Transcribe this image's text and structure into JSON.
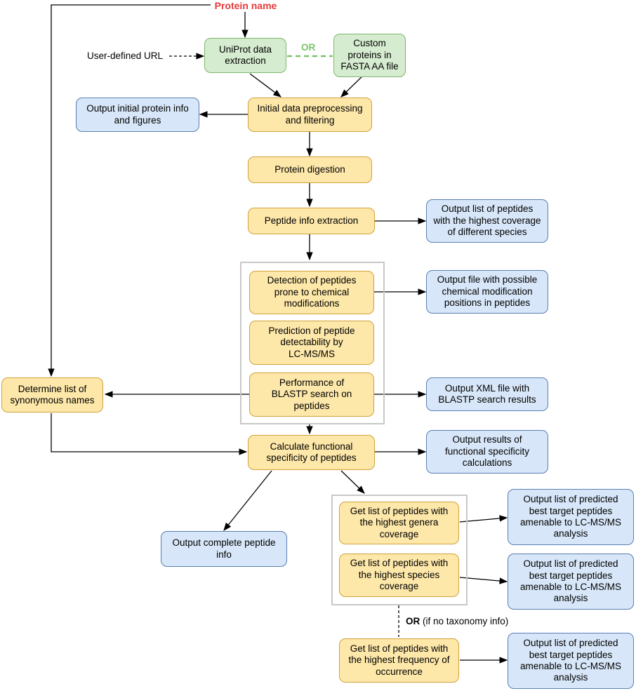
{
  "title": "Protein name",
  "user_url_label": "User-defined URL",
  "or_label": "OR",
  "or_no_taxonomy": "OR",
  "or_no_taxonomy_note": " (if no taxonomy info)",
  "nodes": {
    "uniprot": "UniProt data\nextraction",
    "custom": "Custom\nproteins in\nFASTA AA file",
    "preprocess": "Initial data preprocessing\nand filtering",
    "out_initial": "Output initial protein info\nand figures",
    "digestion": "Protein digestion",
    "peptide_info": "Peptide info extraction",
    "out_peptide_list": "Output list of peptides\nwith the highest coverage\nof different species",
    "detect_mod": "Detection of peptides\nprone to chemical\nmodifications",
    "out_mod": "Output file with possible\nchemical modification\npositions in peptides",
    "predict": "Prediction of peptide\ndetectability by\nLC-MS/MS",
    "blastp": "Performance of\nBLASTP search on\npeptides",
    "out_xml": "Output XML file with\nBLASTP search results",
    "synonyms": "Determine list of\nsynonymous names",
    "functional": "Calculate functional\nspecificity of peptides",
    "out_functional": "Output results of\nfunctional specificity\ncalculations",
    "out_complete": "Output complete peptide\ninfo",
    "genera": "Get list of peptides with\nthe highest genera\ncoverage",
    "out_genera": "Output list of predicted\nbest target peptides\namenable to LC-MS/MS\nanalysis",
    "species": "Get list of peptides with\nthe highest species\ncoverage",
    "out_species": "Output list of predicted\nbest target peptides\namenable to LC-MS/MS\nanalysis",
    "frequency": "Get list of peptides with\nthe highest frequency of\noccurrence",
    "out_frequency": "Output list of predicted\nbest target peptides\namenable to LC-MS/MS\nanalysis"
  },
  "colors": {
    "process_fill": "#fde7a9",
    "output_fill": "#d7e6f8",
    "source_fill": "#d6ecd0",
    "title_red": "#e83a3a",
    "or_green": "#7ac36a"
  }
}
